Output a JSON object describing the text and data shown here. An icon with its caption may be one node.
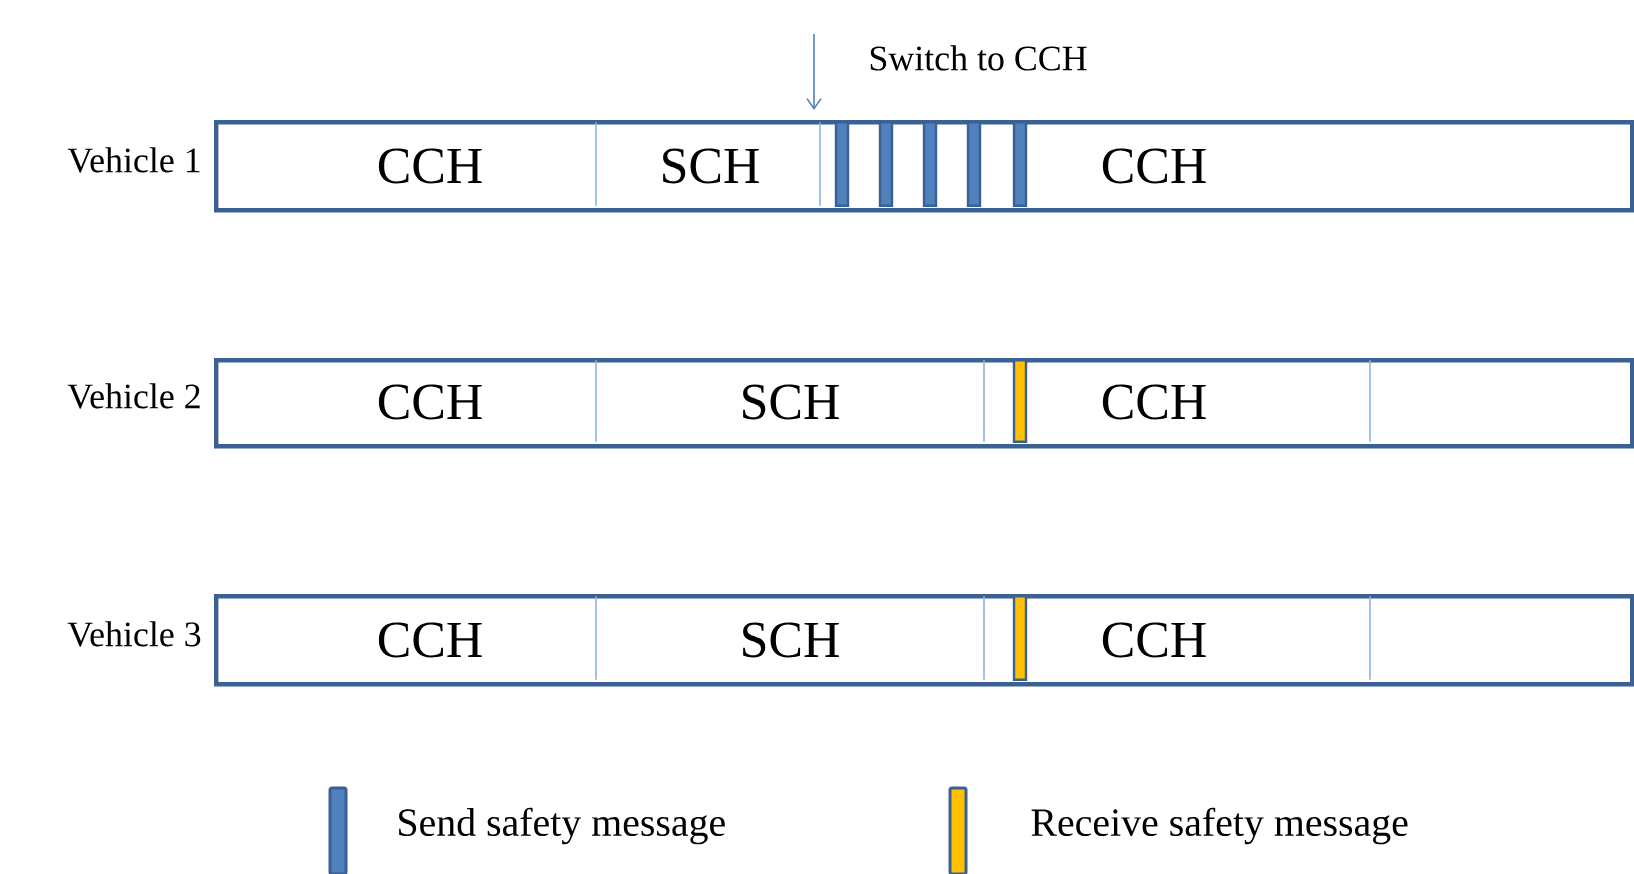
{
  "diagram": {
    "nodes": [
      {
        "text": [
          "Vehicle 1"
        ]
      },
      {
        "text": [
          "CCH"
        ],
        "in": 0
      },
      {
        "text": [
          "SCH"
        ],
        "in": 0
      },
      {
        "text": [
          "CCH"
        ],
        "in": 0
      },
      {
        "text": [
          "Vehicle 2"
        ]
      },
      {
        "text": [
          "CCH"
        ],
        "in": 4
      },
      {
        "text": [
          "SCH"
        ],
        "in": 4
      },
      {
        "text": [
          "CCH"
        ],
        "in": 4
      },
      {
        "text": [
          "Vehicle 3"
        ]
      },
      {
        "text": [
          "CCH"
        ],
        "in": 8
      },
      {
        "text": [
          "SCH"
        ],
        "in": 8
      },
      {
        "text": [
          "CCH"
        ],
        "in": 8
      }
    ],
    "labels": [
      "Switch to CCH"
    ],
    "legend": [
      {
        "text": "Send safety message",
        "color": "#4f81bd"
      },
      {
        "text": "Receive safety message",
        "color": "#ffc000"
      }
    ]
  }
}
